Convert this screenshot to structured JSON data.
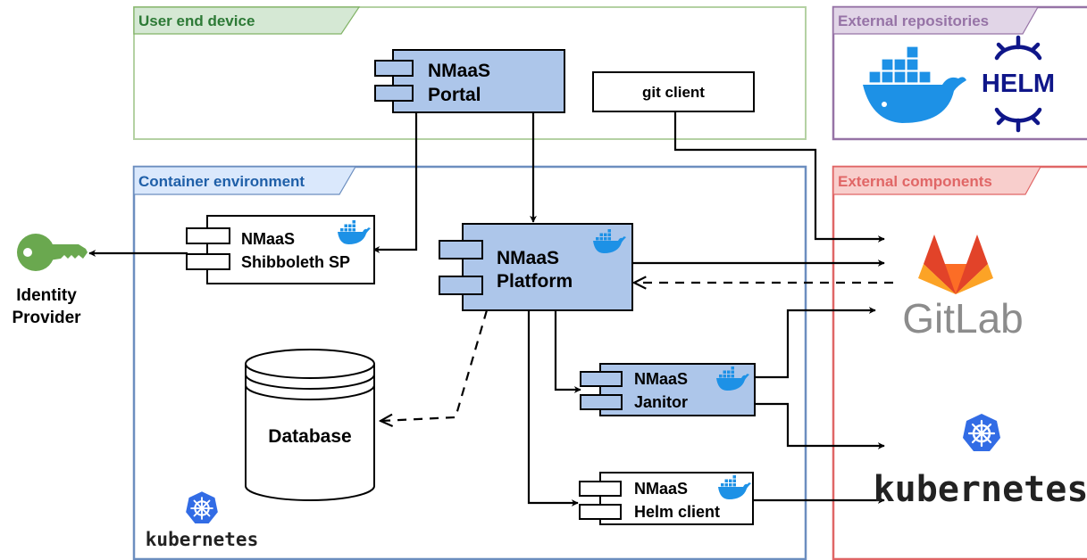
{
  "colors": {
    "green": "#82b366",
    "green_text": "#2d7a36",
    "blue": "#6c8ebf",
    "blue_text": "#1f5fa8",
    "purple": "#9673a6",
    "purple_text": "#9673a6",
    "red": "#e06666",
    "red_text": "#e06666",
    "component_fill": "#adc6ea",
    "docker_blue": "#1d91e6",
    "k8s_blue": "#326ce5",
    "key_green": "#6aa84f",
    "gitlab_text": "#8c8c8c"
  },
  "groups": {
    "user": "User end device",
    "container": "Container environment",
    "repos": "External repositories",
    "external": "External components"
  },
  "components": {
    "portal": [
      "NMaaS",
      "Portal"
    ],
    "platform": [
      "NMaaS",
      "Platform"
    ],
    "shibboleth": [
      "NMaaS",
      "Shibboleth SP"
    ],
    "janitor": [
      "NMaaS",
      "Janitor"
    ],
    "helm_client": [
      "NMaaS",
      "Helm client"
    ],
    "git_client": "git client",
    "database": "Database"
  },
  "idp": [
    "Identity",
    "Provider"
  ],
  "logos": {
    "helm": "HELM",
    "gitlab": "GitLab",
    "kubernetes": "kubernetes"
  },
  "icons": [
    "docker-icon",
    "helm-icon",
    "gitlab-icon",
    "kubernetes-icon",
    "key-icon"
  ]
}
